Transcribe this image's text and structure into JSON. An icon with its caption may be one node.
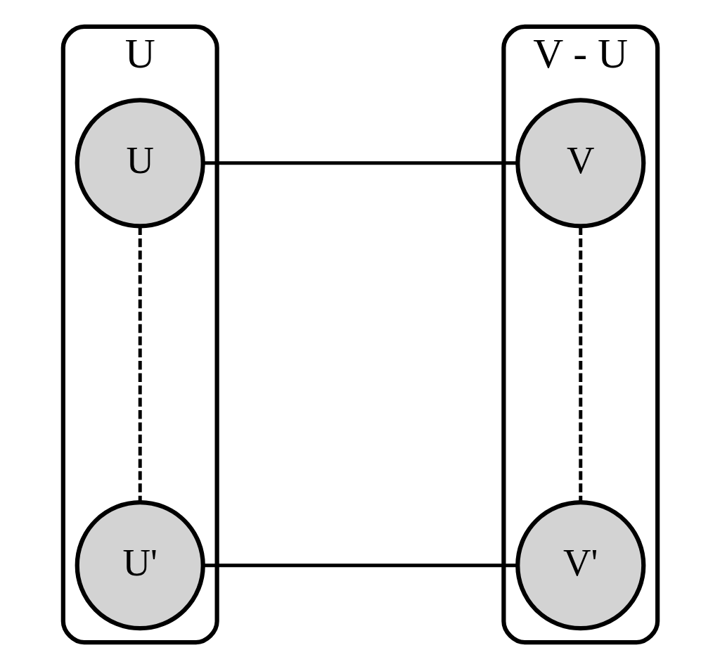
{
  "diagram": {
    "nodes": [
      {
        "text": [
          "U"
        ]
      },
      {
        "text": [
          "U"
        ],
        "in": 0
      },
      {
        "text": [
          "U'"
        ],
        "in": 0
      },
      {
        "text": [
          "V - U"
        ]
      },
      {
        "text": [
          "V"
        ],
        "in": 3
      },
      {
        "text": [
          "V'"
        ],
        "in": 3
      }
    ],
    "edges": [
      {
        "from": 1,
        "to": 4,
        "arrow": "none"
      },
      {
        "from": 2,
        "to": 5,
        "arrow": "none"
      },
      {
        "from": 1,
        "to": 2,
        "arrow": "none",
        "style": "dashed"
      },
      {
        "from": 4,
        "to": 5,
        "arrow": "none",
        "style": "dashed"
      }
    ]
  }
}
